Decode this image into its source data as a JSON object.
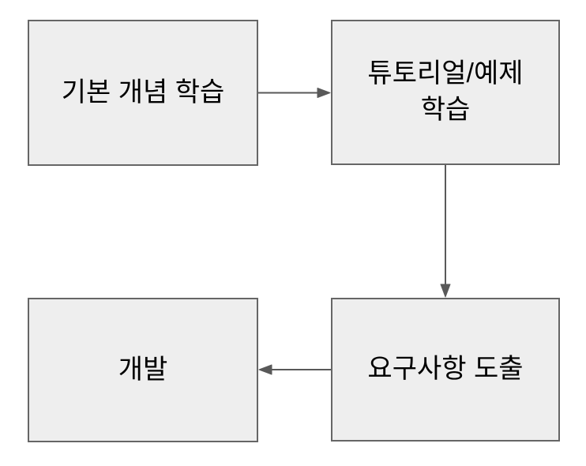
{
  "diagram": {
    "type": "flowchart",
    "nodes": [
      {
        "id": "basic-concepts",
        "label": "기본 개념 학습"
      },
      {
        "id": "tutorial-examples",
        "label": "튜토리얼/예제\n학습"
      },
      {
        "id": "requirements",
        "label": "요구사항 도출"
      },
      {
        "id": "development",
        "label": "개발"
      }
    ],
    "edges": [
      {
        "from": "기본 개념 학습",
        "to": "튜토리얼/예제 학습",
        "direction": "right"
      },
      {
        "from": "튜토리얼/예제 학습",
        "to": "요구사항 도출",
        "direction": "down"
      },
      {
        "from": "요구사항 도출",
        "to": "개발",
        "direction": "left"
      }
    ]
  },
  "theme": {
    "background": "#ffffff",
    "node_fill": "#eeeeee",
    "node_border": "#666666",
    "arrow_color": "#595959",
    "text_color": "#000000"
  }
}
